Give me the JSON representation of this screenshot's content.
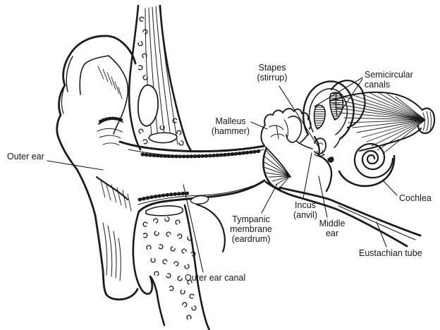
{
  "colors": {
    "ink": "#1b1b1b",
    "paper": "#ffffff"
  },
  "labels": {
    "outer_ear": "Outer ear",
    "outer_ear_canal": "Outer ear canal",
    "tympanic_membrane": "Tympanic\nmembrane\n(eardrum)",
    "malleus": "Malleus\n(hammer)",
    "stapes": "Stapes\n(stirrup)",
    "incus": "Incus\n(anvil)",
    "middle_ear": "Middle\near",
    "semicircular_canals": "Semicircular\ncanals",
    "cochlea": "Cochlea",
    "eustachian_tube": "Eustachian tube"
  }
}
